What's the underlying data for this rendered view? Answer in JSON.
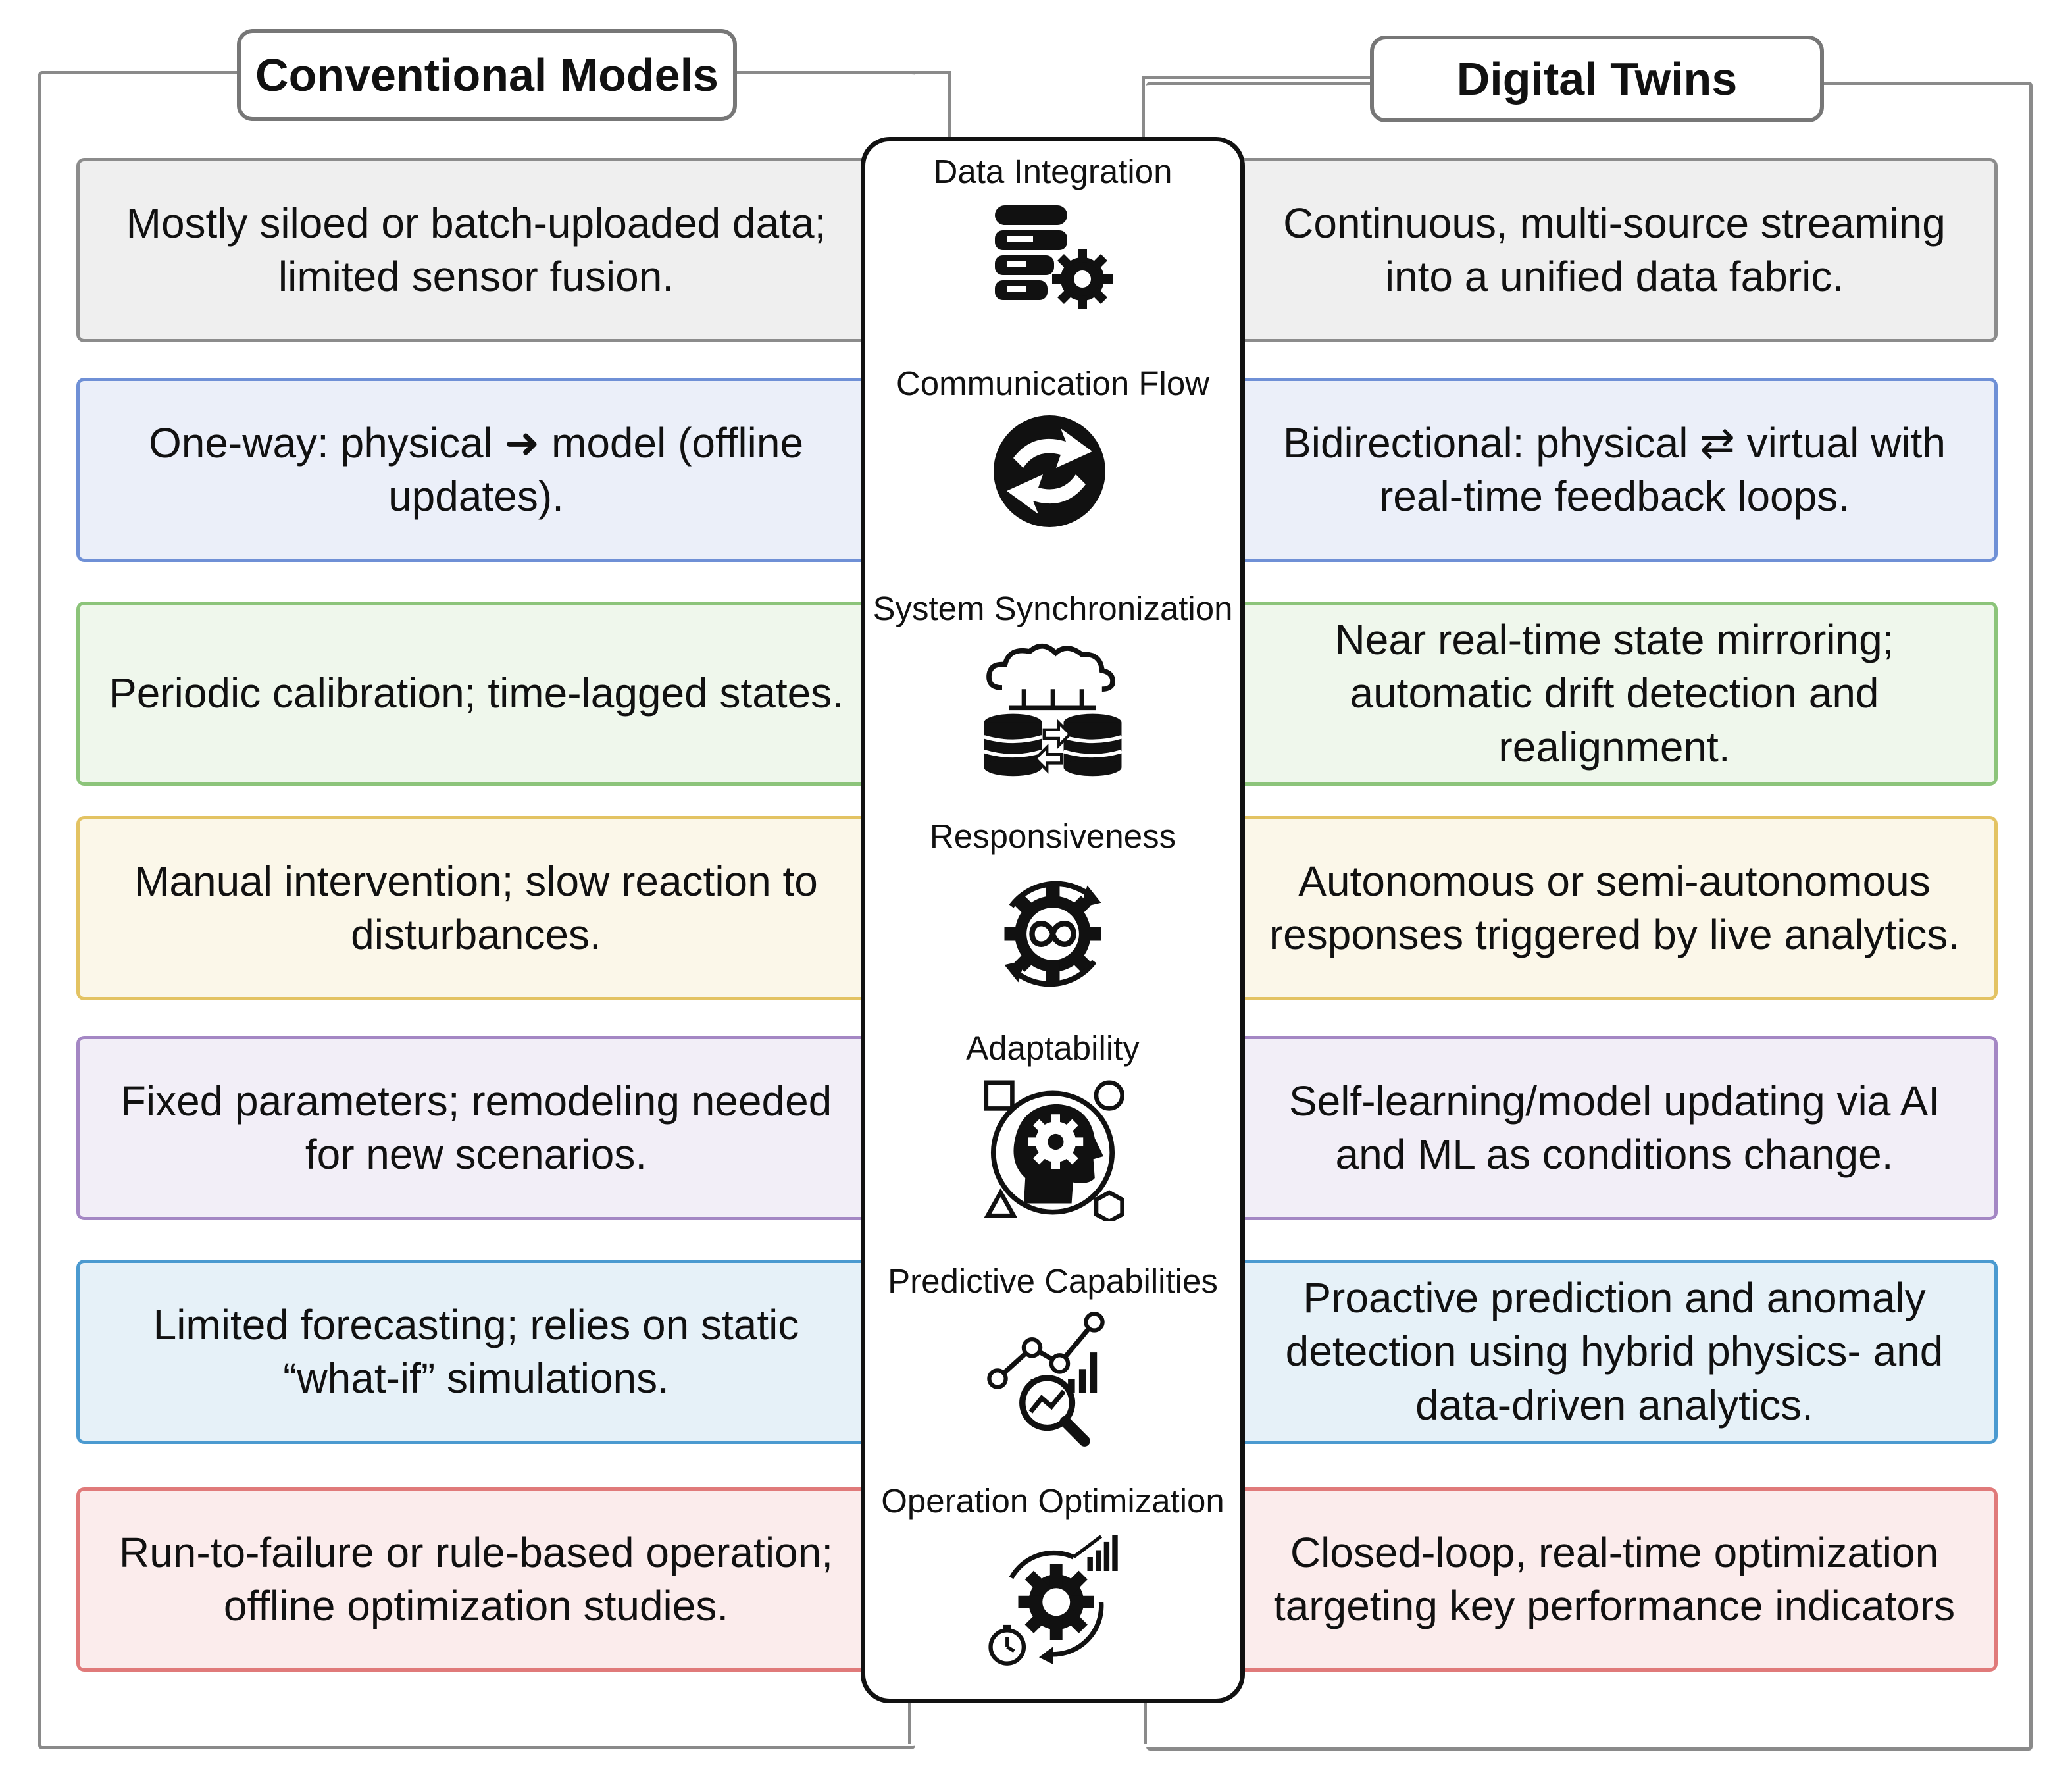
{
  "headers": {
    "left": "Conventional Models",
    "right": "Digital Twins"
  },
  "rows": [
    {
      "feature": "Data Integration",
      "icon": "database-gear-icon",
      "conventional": "Mostly siloed or batch-uploaded data; limited sensor fusion.",
      "digital_twin": "Continuous, multi-source streaming into a unified data fabric.",
      "color": "#8c8c8c"
    },
    {
      "feature": "Communication Flow",
      "icon": "sync-arrows-icon",
      "conventional": "One-way: physical ➜ model (offline updates).",
      "digital_twin": "Bidirectional: physical ⇄ virtual with real-time feedback loops.",
      "color": "#6f90d6"
    },
    {
      "feature": "System Synchronization",
      "icon": "cloud-database-sync-icon",
      "conventional": "Periodic calibration; time-lagged states.",
      "digital_twin": "Near real-time state mirroring; automatic drift detection and realignment.",
      "color": "#8cc47a"
    },
    {
      "feature": "Responsiveness",
      "icon": "gear-infinity-cycle-icon",
      "conventional": "Manual intervention; slow reaction to disturbances.",
      "digital_twin": "Autonomous or semi-autonomous responses triggered by live analytics.",
      "color": "#e3c363"
    },
    {
      "feature": "Adaptability",
      "icon": "head-gear-shapes-icon",
      "conventional": "Fixed parameters; remodeling needed for new scenarios.",
      "digital_twin": "Self-learning/model updating via AI and ML as conditions change.",
      "color": "#a487c4"
    },
    {
      "feature": "Predictive Capabilities",
      "icon": "chart-magnifier-icon",
      "conventional": "Limited forecasting; relies on static “what-if” simulations.",
      "digital_twin": "Proactive prediction and anomaly detection using hybrid physics- and data-driven analytics.",
      "color": "#4b9ad0"
    },
    {
      "feature": "Operation Optimization",
      "icon": "gear-stopwatch-growth-icon",
      "conventional": "Run-to-failure or rule-based operation; offline optimization studies.",
      "digital_twin": "Closed-loop, real-time optimization targeting key performance indicators",
      "color": "#e07a7a"
    }
  ]
}
